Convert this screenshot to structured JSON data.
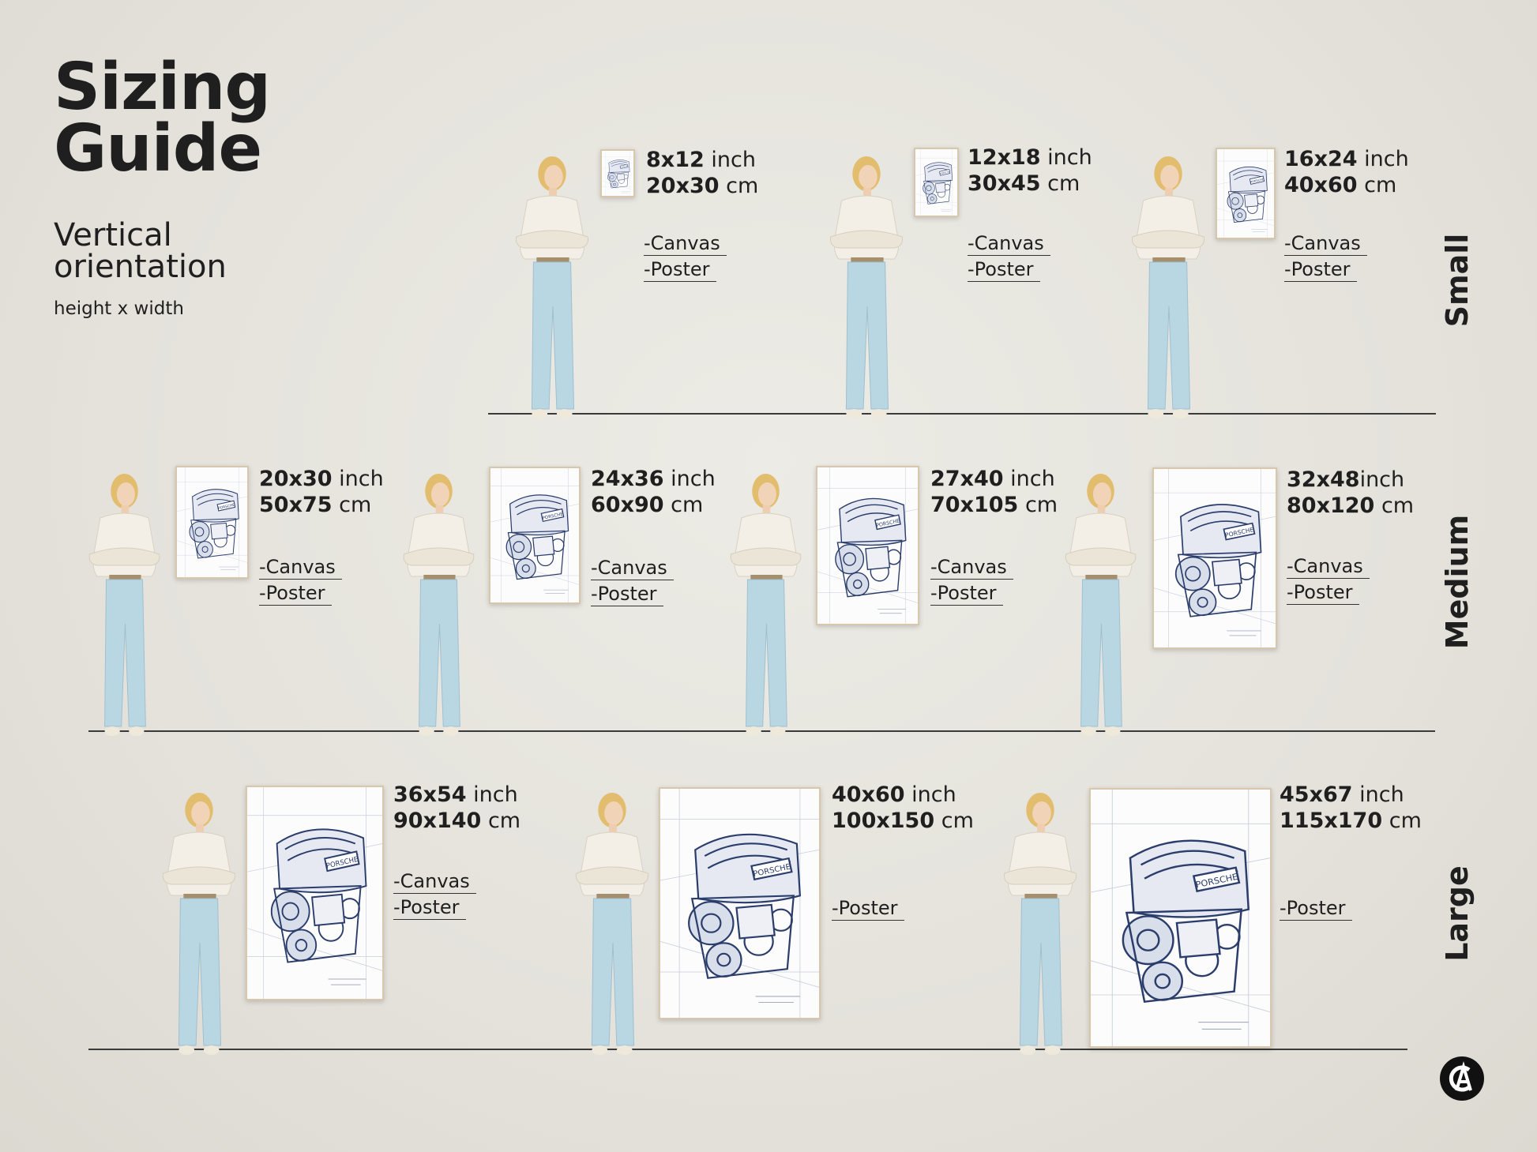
{
  "title_line1": "Sizing",
  "title_line2": "Guide",
  "subtitle_line1": "Vertical",
  "subtitle_line2": "orientation",
  "hint": "height x width",
  "tiers": [
    {
      "label": "Small"
    },
    {
      "label": "Medium"
    },
    {
      "label": "Large"
    }
  ],
  "sizes": [
    {
      "inch": "8x12",
      "inch_unit": " inch",
      "cm": "20x30",
      "cm_unit": " cm",
      "options": [
        "-Canvas",
        "-Poster"
      ]
    },
    {
      "inch": "12x18",
      "inch_unit": " inch",
      "cm": "30x45",
      "cm_unit": " cm",
      "options": [
        "-Canvas",
        "-Poster"
      ]
    },
    {
      "inch": "16x24",
      "inch_unit": " inch",
      "cm": "40x60",
      "cm_unit": " cm",
      "options": [
        "-Canvas",
        "-Poster"
      ]
    },
    {
      "inch": "20x30",
      "inch_unit": " inch",
      "cm": "50x75",
      "cm_unit": " cm",
      "options": [
        "-Canvas",
        "-Poster"
      ]
    },
    {
      "inch": "24x36",
      "inch_unit": " inch",
      "cm": "60x90",
      "cm_unit": " cm",
      "options": [
        "-Canvas",
        "-Poster"
      ]
    },
    {
      "inch": "27x40",
      "inch_unit": " inch",
      "cm": "70x105",
      "cm_unit": " cm",
      "options": [
        "-Canvas",
        "-Poster"
      ]
    },
    {
      "inch": "32x48",
      "inch_unit": "inch",
      "cm": "80x120",
      "cm_unit": " cm",
      "options": [
        "-Canvas",
        "-Poster"
      ]
    },
    {
      "inch": "36x54",
      "inch_unit": " inch",
      "cm": "90x140",
      "cm_unit": " cm",
      "options": [
        "-Canvas",
        "-Poster"
      ]
    },
    {
      "inch": "40x60",
      "inch_unit": " inch",
      "cm": "100x150",
      "cm_unit": " cm",
      "options": [
        "-Poster"
      ]
    },
    {
      "inch": "45x67",
      "inch_unit": " inch",
      "cm": "115x170",
      "cm_unit": " cm",
      "options": [
        "-Poster"
      ]
    }
  ],
  "engine_badge": "PORSCHE",
  "logo_text": "CA",
  "colors": {
    "ink": "#1f1f1f",
    "sketch": "#2b3d6b",
    "jeans": "#b9d6e3",
    "shirt": "#f3efe6",
    "frame": "#d9c7ad"
  }
}
